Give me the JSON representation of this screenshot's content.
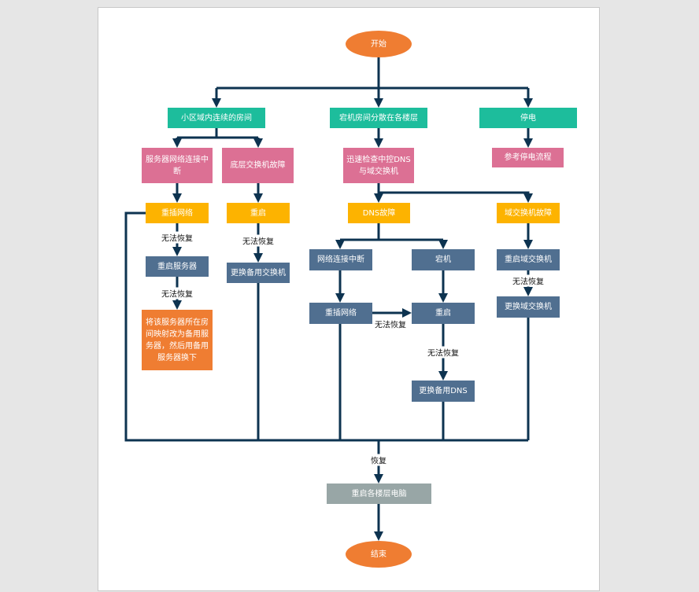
{
  "nodes": {
    "start": "开始",
    "a1": "小区域内连续的房间",
    "a2": "宕机房间分散在各楼层",
    "a3": "停电",
    "b1": "服务器网络连接中断",
    "b2": "底层交换机故障",
    "b3": "迅速检查中控DNS与域交换机",
    "b4": "参考停电流程",
    "c1": "重插网络",
    "c2": "重启",
    "c3": "DNS故障",
    "c4": "域交换机故障",
    "d1": "重启服务器",
    "d2": "更换备用交换机",
    "d3": "网络连接中断",
    "d4": "宕机",
    "d5": "重启域交换机",
    "e1": "将该服务器所在房间映射改为备用服务器，然后用备用服务器换下",
    "e2": "重插网络",
    "e3": "重启",
    "e4": "更换域交换机",
    "f": "更换备用DNS",
    "g": "重启各楼层电脑",
    "end": "结束"
  },
  "edge_labels": {
    "fail": "无法恢复",
    "recover": "恢复"
  },
  "colors": {
    "line": "#0d3350",
    "teal": "#1dbd9c",
    "pink": "#dc7094",
    "yellow": "#fdb300",
    "blue": "#506f90",
    "orange": "#ef7d32",
    "gray": "#98a6a6"
  }
}
